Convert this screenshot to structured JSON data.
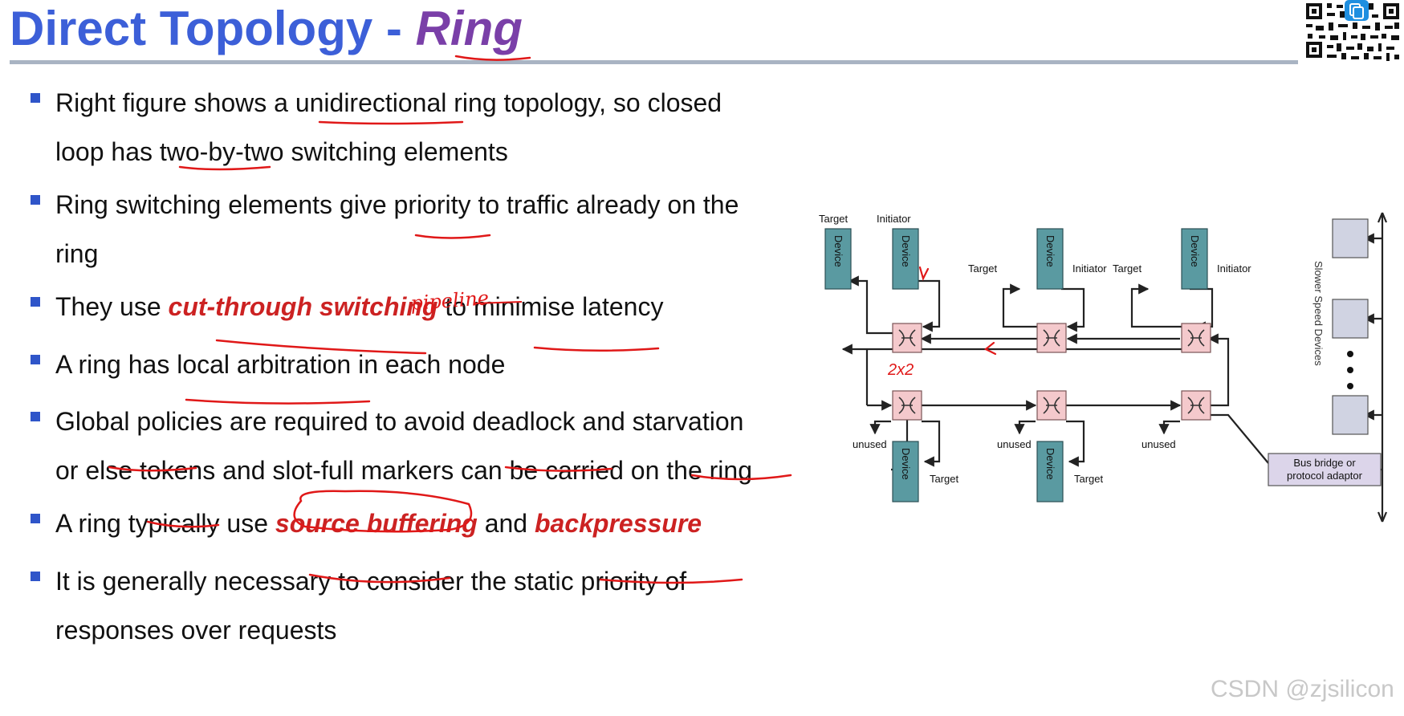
{
  "slide": {
    "title_main": "Direct Topology",
    "title_sep": "-",
    "title_emph": "Ring"
  },
  "bullets": [
    {
      "id": "b1",
      "lines": [
        [
          {
            "t": "Right figure shows a unidirectional ring topology, so closed"
          }
        ],
        [
          {
            "t": "loop has two-by-two switching elements"
          }
        ]
      ]
    },
    {
      "id": "b2",
      "lines": [
        [
          {
            "t": "Ring switching elements give priority to traffic already on the"
          }
        ],
        [
          {
            "t": "ring"
          }
        ]
      ]
    },
    {
      "id": "b3",
      "lines": [
        [
          {
            "t": "They use "
          },
          {
            "t": "cut-through switching",
            "em": true
          },
          {
            "t": " to minimise latency"
          }
        ]
      ]
    },
    {
      "id": "b4",
      "lines": [
        [
          {
            "t": "A ring has local arbitration in each node"
          }
        ]
      ]
    },
    {
      "id": "b5",
      "lines": [
        [
          {
            "t": "Global policies are  required to avoid deadlock and starvation"
          }
        ],
        [
          {
            "t": "or else tokens and slot-full markers can be carried on the ring"
          }
        ]
      ]
    },
    {
      "id": "b6",
      "lines": [
        [
          {
            "t": "A ring typically use "
          },
          {
            "t": "source buffering",
            "em": true
          },
          {
            "t": " and "
          },
          {
            "t": "backpressure",
            "em": true
          }
        ]
      ]
    },
    {
      "id": "b7",
      "lines": [
        [
          {
            "t": "It is generally necessary to consider the static priority of"
          }
        ],
        [
          {
            "t": "responses over requests"
          }
        ]
      ]
    }
  ],
  "annotations": {
    "pipeline_note": "pipeline",
    "two_by_two_note": "2x2"
  },
  "diagram": {
    "device_label": "Device",
    "target_label": "Target",
    "initiator_label": "Initiator",
    "unused_label": "unused",
    "slower_devices_label": "Slower Speed Devices",
    "bus_bridge_line1": "Bus bridge or",
    "bus_bridge_line2": "protocol adaptor",
    "colors": {
      "device_fill": "#5a9aa1",
      "switch_fill": "#f4c9cc",
      "slow_fill": "#d0d3e2",
      "bridge_fill": "#dcd5ea"
    }
  },
  "watermark": "CSDN @zjsilicon",
  "colors": {
    "title_blue": "#3c5fd8",
    "title_purple": "#7a3fa8",
    "emphasis_red": "#cc2222",
    "bullet_blue": "#2f55c9",
    "ink_red": "#e01818"
  }
}
